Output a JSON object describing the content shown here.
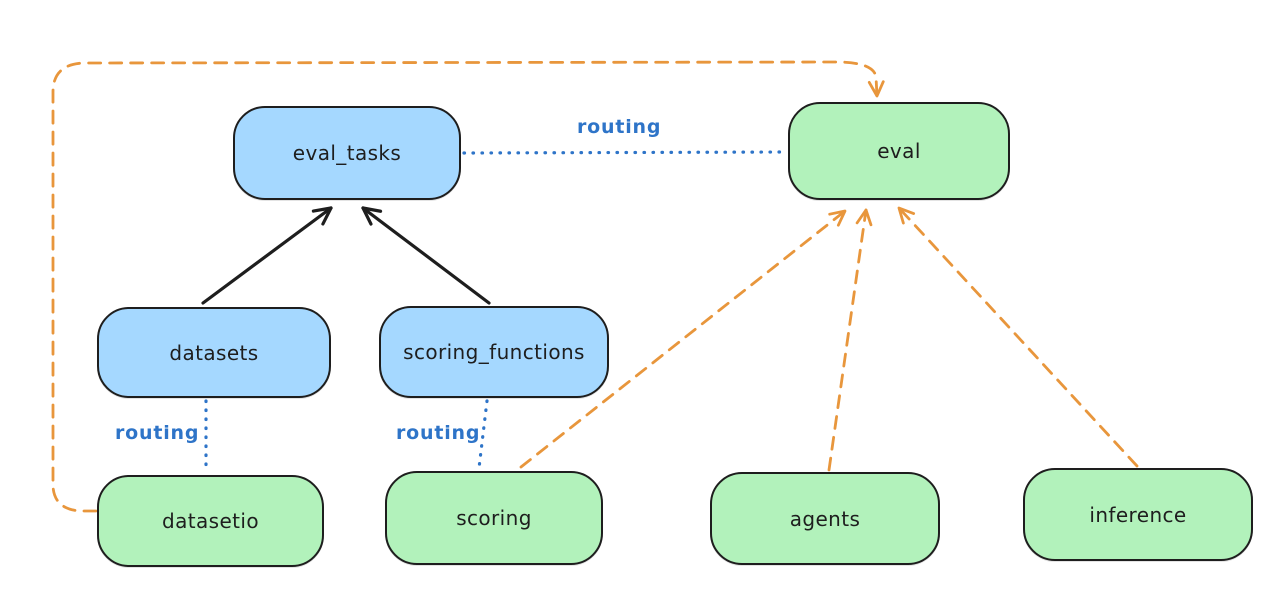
{
  "diagram": {
    "background": "#ffffff",
    "colors": {
      "node_blue_fill": "#a5d8ff",
      "node_green_fill": "#b2f2bb",
      "node_stroke": "#1e1e1e",
      "black_arrow": "#1e1e1e",
      "orange_dashed": "#e8963c",
      "blue_dotted": "#2e74c8",
      "label_blue": "#2e74c8"
    },
    "nodes": [
      {
        "id": "eval_tasks",
        "label": "eval_tasks",
        "kind": "blue"
      },
      {
        "id": "eval",
        "label": "eval",
        "kind": "green"
      },
      {
        "id": "datasets",
        "label": "datasets",
        "kind": "blue"
      },
      {
        "id": "scoring_functions",
        "label": "scoring_functions",
        "kind": "blue"
      },
      {
        "id": "datasetio",
        "label": "datasetio",
        "kind": "green"
      },
      {
        "id": "scoring",
        "label": "scoring",
        "kind": "green"
      },
      {
        "id": "agents",
        "label": "agents",
        "kind": "green"
      },
      {
        "id": "inference",
        "label": "inference",
        "kind": "green"
      }
    ],
    "edge_labels": {
      "routing_top": "routing",
      "routing_datasets": "routing",
      "routing_scoring": "routing"
    },
    "edges": [
      {
        "from": "datasets",
        "to": "eval_tasks",
        "style": "solid-black-arrow"
      },
      {
        "from": "scoring_functions",
        "to": "eval_tasks",
        "style": "solid-black-arrow"
      },
      {
        "from": "eval_tasks",
        "to": "eval",
        "style": "dotted-blue",
        "label": "routing"
      },
      {
        "from": "datasets",
        "to": "datasetio",
        "style": "dotted-blue",
        "label": "routing"
      },
      {
        "from": "scoring_functions",
        "to": "scoring",
        "style": "dotted-blue",
        "label": "routing"
      },
      {
        "from": "datasetio",
        "to": "eval",
        "style": "dashed-orange-arrow"
      },
      {
        "from": "scoring",
        "to": "eval",
        "style": "dashed-orange-arrow"
      },
      {
        "from": "agents",
        "to": "eval",
        "style": "dashed-orange-arrow"
      },
      {
        "from": "inference",
        "to": "eval",
        "style": "dashed-orange-arrow"
      }
    ]
  }
}
